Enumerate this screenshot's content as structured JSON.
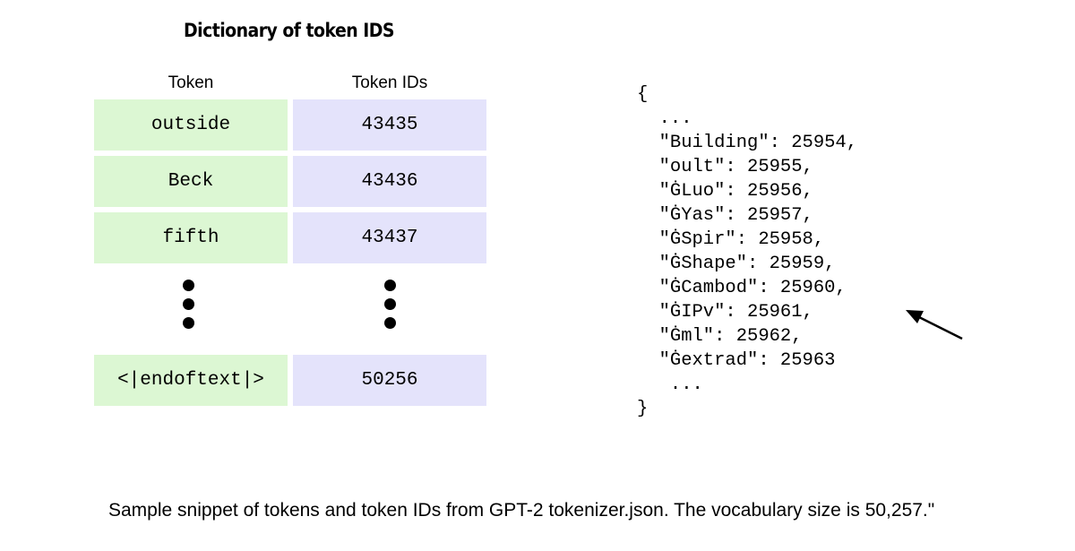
{
  "title": "Dictionary of token IDS",
  "table": {
    "headers": {
      "token": "Token",
      "id": "Token IDs"
    },
    "rows": [
      {
        "token": "outside",
        "id": "43435"
      },
      {
        "token": "Beck",
        "id": "43436"
      },
      {
        "token": "fifth",
        "id": "43437"
      }
    ],
    "last_row": {
      "token": "<|endoftext|>",
      "id": "50256"
    }
  },
  "json_snippet": {
    "lines": [
      "{",
      "  ...",
      "  \"Building\": 25954,",
      "  \"oult\": 25955,",
      "  \"ĠLuo\": 25956,",
      "  \"ĠYas\": 25957,",
      "  \"ĠSpir\": 25958,",
      "  \"ĠShape\": 25959,",
      "  \"ĠCambod\": 25960,",
      "  \"ĠIPv\": 25961,",
      "  \"Ġml\": 25962,",
      "  \"Ġextrad\": 25963",
      "   ...",
      "}"
    ]
  },
  "caption": "Sample snippet of tokens and token IDs from GPT-2 tokenizer.json. The vocabulary size is 50,257.\""
}
